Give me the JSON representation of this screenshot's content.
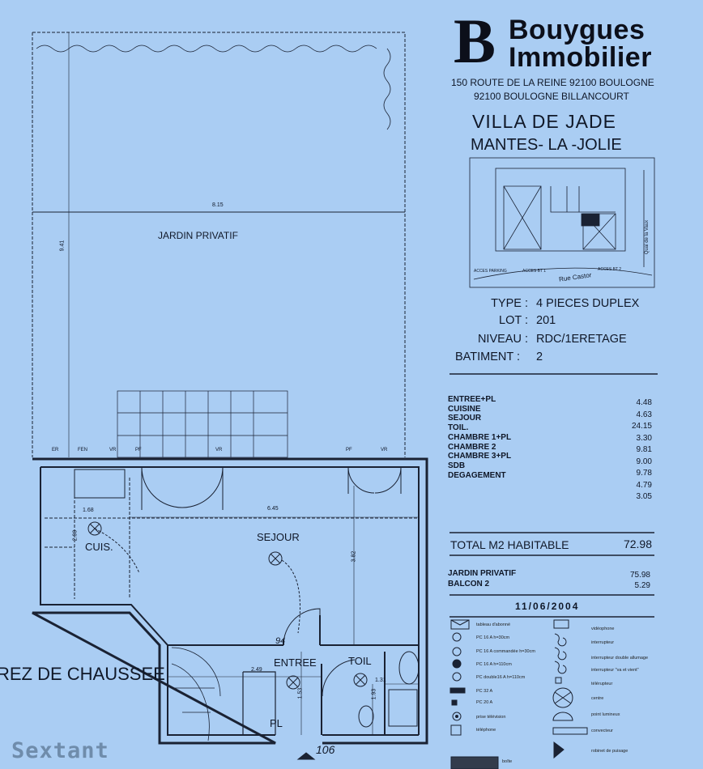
{
  "header": {
    "logo_letter": "B",
    "logo_line1": "Bouygues",
    "logo_line2": "Immobilier",
    "address_line1": "150 ROUTE DE LA REINE 92100 BOULOGNE",
    "address_line2": "92100  BOULOGNE  BILLANCOURT",
    "project_name": "VILLA DE JADE",
    "project_city": "MANTES- LA -JOLIE"
  },
  "site_plan": {
    "labels": [
      "ACCES PARKING",
      "ACCES BT 1",
      "ACCES BT 2",
      "Rue Castor",
      "Quai de la Vaux"
    ]
  },
  "info": [
    {
      "label": "TYPE :",
      "value": "4 PIECES DUPLEX"
    },
    {
      "label": "LOT :",
      "value": "201"
    },
    {
      "label": "NIVEAU :",
      "value": "RDC/1ERETAGE"
    },
    {
      "label": "BATIMENT :",
      "value": "2"
    }
  ],
  "rooms": [
    {
      "name": "ENTREE+PL",
      "area": "4.48"
    },
    {
      "name": "CUISINE",
      "area": "4.63"
    },
    {
      "name": "SEJOUR",
      "area": "24.15"
    },
    {
      "name": "TOIL.",
      "area": "3.30"
    },
    {
      "name": "CHAMBRE  1+PL",
      "area": "9.81"
    },
    {
      "name": "CHAMBRE  2",
      "area": "9.00"
    },
    {
      "name": "CHAMBRE  3+PL",
      "area": "9.78"
    },
    {
      "name": "SDB",
      "area": "4.79"
    },
    {
      "name": "DEGAGEMENT",
      "area": "3.05"
    }
  ],
  "total": {
    "label": "TOTAL M2 HABITABLE",
    "value": "72.98"
  },
  "extras": [
    {
      "name": "JARDIN PRIVATIF",
      "area": "75.98"
    },
    {
      "name": "BALCON 2",
      "area": "5.29"
    }
  ],
  "date": "11/06/2004",
  "legend_left": [
    {
      "icon": "panel-icon",
      "label": "tableau d'abonné"
    },
    {
      "icon": "outlet-icon",
      "label": "PC 16 A h=30cm"
    },
    {
      "icon": "switched-outlet-icon",
      "label": "PC 16 A commandée h=30cm"
    },
    {
      "icon": "outlet-high-icon",
      "label": "PC 16 A h=110cm"
    },
    {
      "icon": "double-outlet-icon",
      "label": "PC double16 A h=110cm"
    },
    {
      "icon": "outlet-32a-icon",
      "label": "PC 32 A"
    },
    {
      "icon": "outlet-20a-icon",
      "label": "PC 20 A"
    },
    {
      "icon": "tv-socket-icon",
      "label": "prise télévision"
    },
    {
      "icon": "phone-socket-icon",
      "label": "téléphone"
    }
  ],
  "legend_right": [
    {
      "icon": "videophone-icon",
      "label": "vidéophone"
    },
    {
      "icon": "switch-icon",
      "label": "interrupteur"
    },
    {
      "icon": "double-switch-icon",
      "label": "interrupteur double allumage"
    },
    {
      "icon": "two-way-switch-icon",
      "label": "interrupteur \"va et vient\""
    },
    {
      "icon": "remote-switch-icon",
      "label": "télérupteur"
    },
    {
      "icon": "ceiling-light-icon",
      "label": "centre"
    },
    {
      "icon": "wall-light-icon",
      "label": "point lumineux"
    },
    {
      "icon": "convector-icon",
      "label": "convecteur"
    },
    {
      "icon": "tap-icon",
      "label": "robinet de puisage"
    }
  ],
  "legend_bottom": "boîte",
  "plan": {
    "garden_label": "JARDIN PRIVATIF",
    "garden_width": "8.15",
    "garden_depth": "9.41",
    "rooms": {
      "sejour": "SEJOUR",
      "cuisine": "CUIS.",
      "entree": "ENTREE",
      "toilet": "TOIL",
      "closet": "PL"
    },
    "dims": {
      "sejour_w": "6.45",
      "sejour_d": "3.82",
      "cuis_w": "1.68",
      "cuis_d": "2.90",
      "entree_w": "2.49",
      "entree_d": "1.53",
      "toil_w": "1.31",
      "toil_d": "1.93"
    },
    "openings": [
      "ER",
      "FEN",
      "VR",
      "PF",
      "VR",
      "PF",
      "VR"
    ],
    "level_title": "REZ DE CHAUSSEE",
    "handwritten": [
      "106",
      "94"
    ]
  },
  "watermark": "Sextant",
  "colors": {
    "paper": "#aacdf3",
    "ink": "#101828"
  }
}
